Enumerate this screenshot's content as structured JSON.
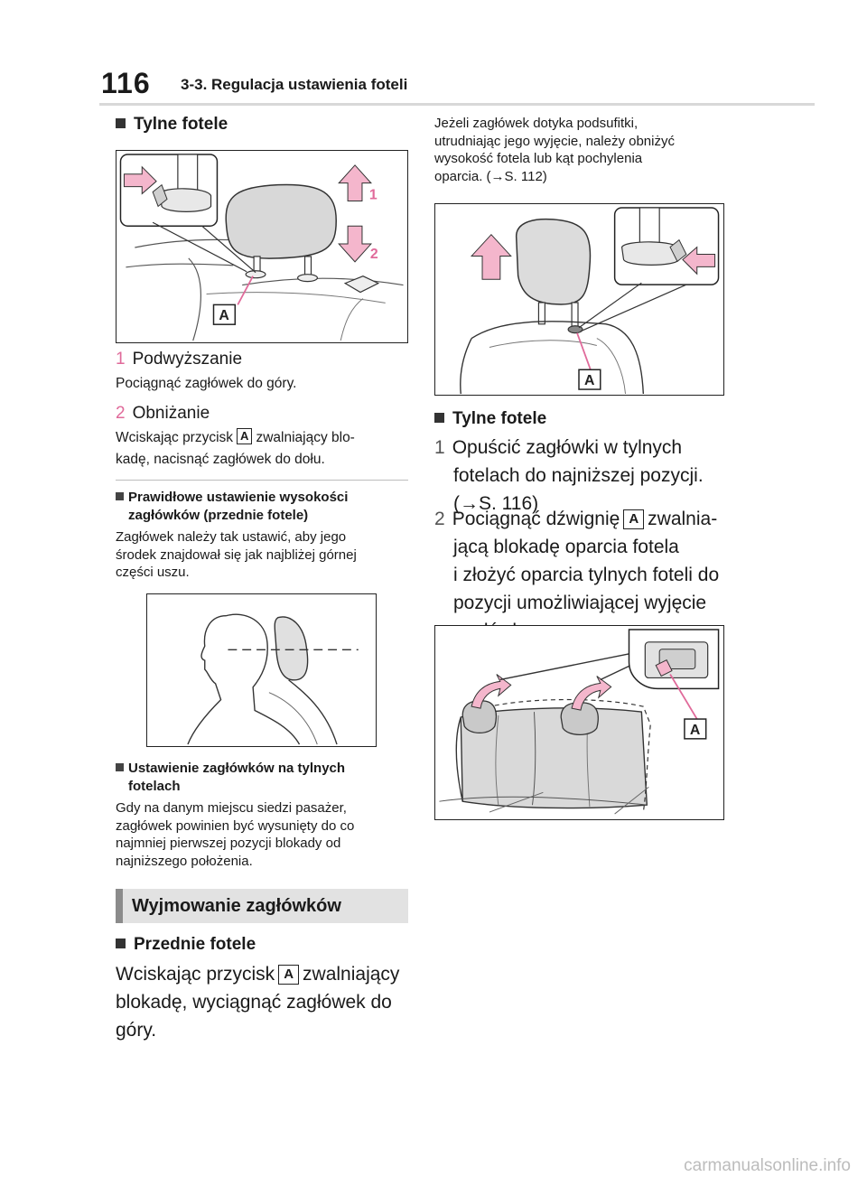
{
  "header": {
    "page_number": "116",
    "chapter": "3-3. Regulacja ustawienia foteli"
  },
  "left": {
    "rear_seats_title": "Tylne fotele",
    "fig1_labels": {
      "up": "1",
      "down": "2",
      "button": "A"
    },
    "step1": {
      "num": "1",
      "title": "Podwyższanie",
      "desc": "Pociągnąć zagłówek do góry."
    },
    "step2": {
      "num": "2",
      "title": "Obniżanie",
      "desc_before": "Wciskając przycisk",
      "badge": "A",
      "desc_after": "zwalniający blo-",
      "desc_line2": "kadę, nacisnąć zagłówek do dołu."
    },
    "front_adjust": {
      "title_line1": "Prawidłowe ustawienie wysokości",
      "title_line2": "zagłówków (przednie fotele)",
      "lines": [
        "Zagłówek należy tak ustawić, aby jego",
        "środek znajdował się jak najbliżej górnej",
        "części uszu."
      ]
    },
    "rear_adjust": {
      "title_line1": "Ustawienie zagłówków na tylnych",
      "title_line2": "fotelach",
      "lines": [
        "Gdy na danym miejscu siedzi pasażer,",
        "zagłówek powinien być wysunięty do co",
        "najmniej pierwszej pozycji blokady od",
        "najniższego położenia."
      ]
    },
    "section_title": "Wyjmowanie zagłówków",
    "front_seats_title": "Przednie fotele",
    "front_line1_before": "Wciskając przycisk",
    "front_badge": "A",
    "front_line1_after": "zwalniający",
    "front_line2": "blokadę, wyciągnąć zagłówek do",
    "front_line3": "góry."
  },
  "right": {
    "note_lines": [
      "Jeżeli zagłówek dotyka podsufitki,",
      "utrudniając jego wyjęcie, należy obniżyć",
      "wysokość fotela lub kąt pochylenia",
      "oparcia. (→S. 112)"
    ],
    "fig3_label": "A",
    "rear_title": "Tylne fotele",
    "step1_num": "1",
    "step1_lines": [
      "Opuścić zagłówki w tylnych",
      "fotelach do najniższej pozycji.",
      "(→S. 116)"
    ],
    "step2_num": "2",
    "step2_before": "Pociągnąć dźwignię",
    "step2_badge": "A",
    "step2_after": "zwalnia-",
    "step2_lines": [
      "jącą blokadę oparcia fotela",
      "i złożyć oparcia tylnych foteli do",
      "pozycji umożliwiającej wyjęcie",
      "zagłówka."
    ],
    "fig4_label": "A"
  },
  "footer": {
    "watermark": "carmanualsonline.info"
  },
  "colors": {
    "accent_pink": "#e06a9a",
    "arrow_fill": "#f4b6cc",
    "highlight_box": "#e2e2e2"
  }
}
